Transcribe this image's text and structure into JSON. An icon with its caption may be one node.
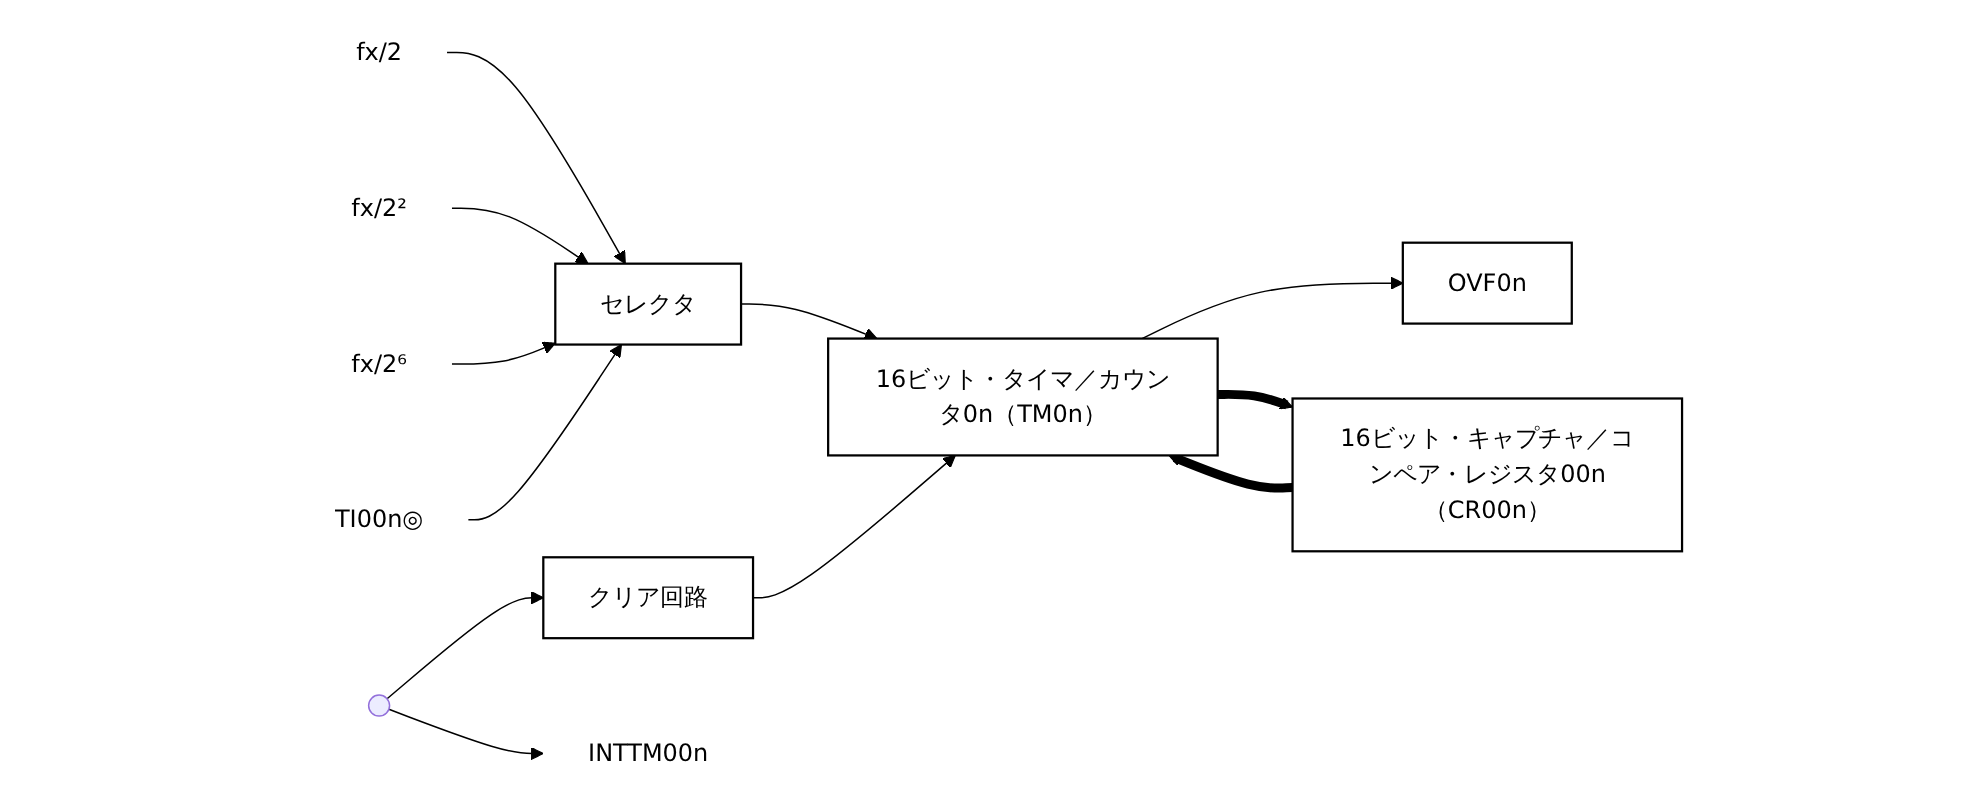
{
  "diagram": {
    "nodes": [
      {
        "text": [
          "16ビット・キャプチャ／コンペア・レジスタ00n（CR00n）"
        ]
      },
      {
        "text": [
          "セレクタ"
        ]
      },
      {
        "text": [
          "16ビット・タイマ／カウンタ0n（TM0n）"
        ]
      },
      {
        "text": [
          "OVF0n"
        ]
      },
      {
        "text": [
          "クリア回路"
        ]
      },
      {
        "text": [
          "fx/2"
        ]
      },
      {
        "text": [
          "fx/2²"
        ]
      },
      {
        "text": [
          "fx/2⁶"
        ]
      },
      {
        "text": [
          "TI00n◎"
        ]
      },
      {
        "text": [
          "INTTM00n"
        ]
      }
    ],
    "edges": [
      {
        "from": 5,
        "to": 1,
        "arrow": "to"
      },
      {
        "from": 6,
        "to": 1,
        "arrow": "to"
      },
      {
        "from": 7,
        "to": 1,
        "arrow": "to"
      },
      {
        "from": 8,
        "to": 1,
        "arrow": "to"
      },
      {
        "from": 1,
        "to": 2,
        "arrow": "to"
      },
      {
        "from": 2,
        "to": 3,
        "arrow": "to"
      },
      {
        "from": 0,
        "to": 2,
        "arrow": "to",
        "style": "thick"
      },
      {
        "from": 2,
        "to": 0,
        "arrow": "to",
        "style": "thick"
      },
      {
        "from": null,
        "to": 9,
        "arrow": "to"
      },
      {
        "from": null,
        "to": 4,
        "arrow": "to"
      },
      {
        "from": 4,
        "to": 2,
        "arrow": "to"
      }
    ]
  }
}
